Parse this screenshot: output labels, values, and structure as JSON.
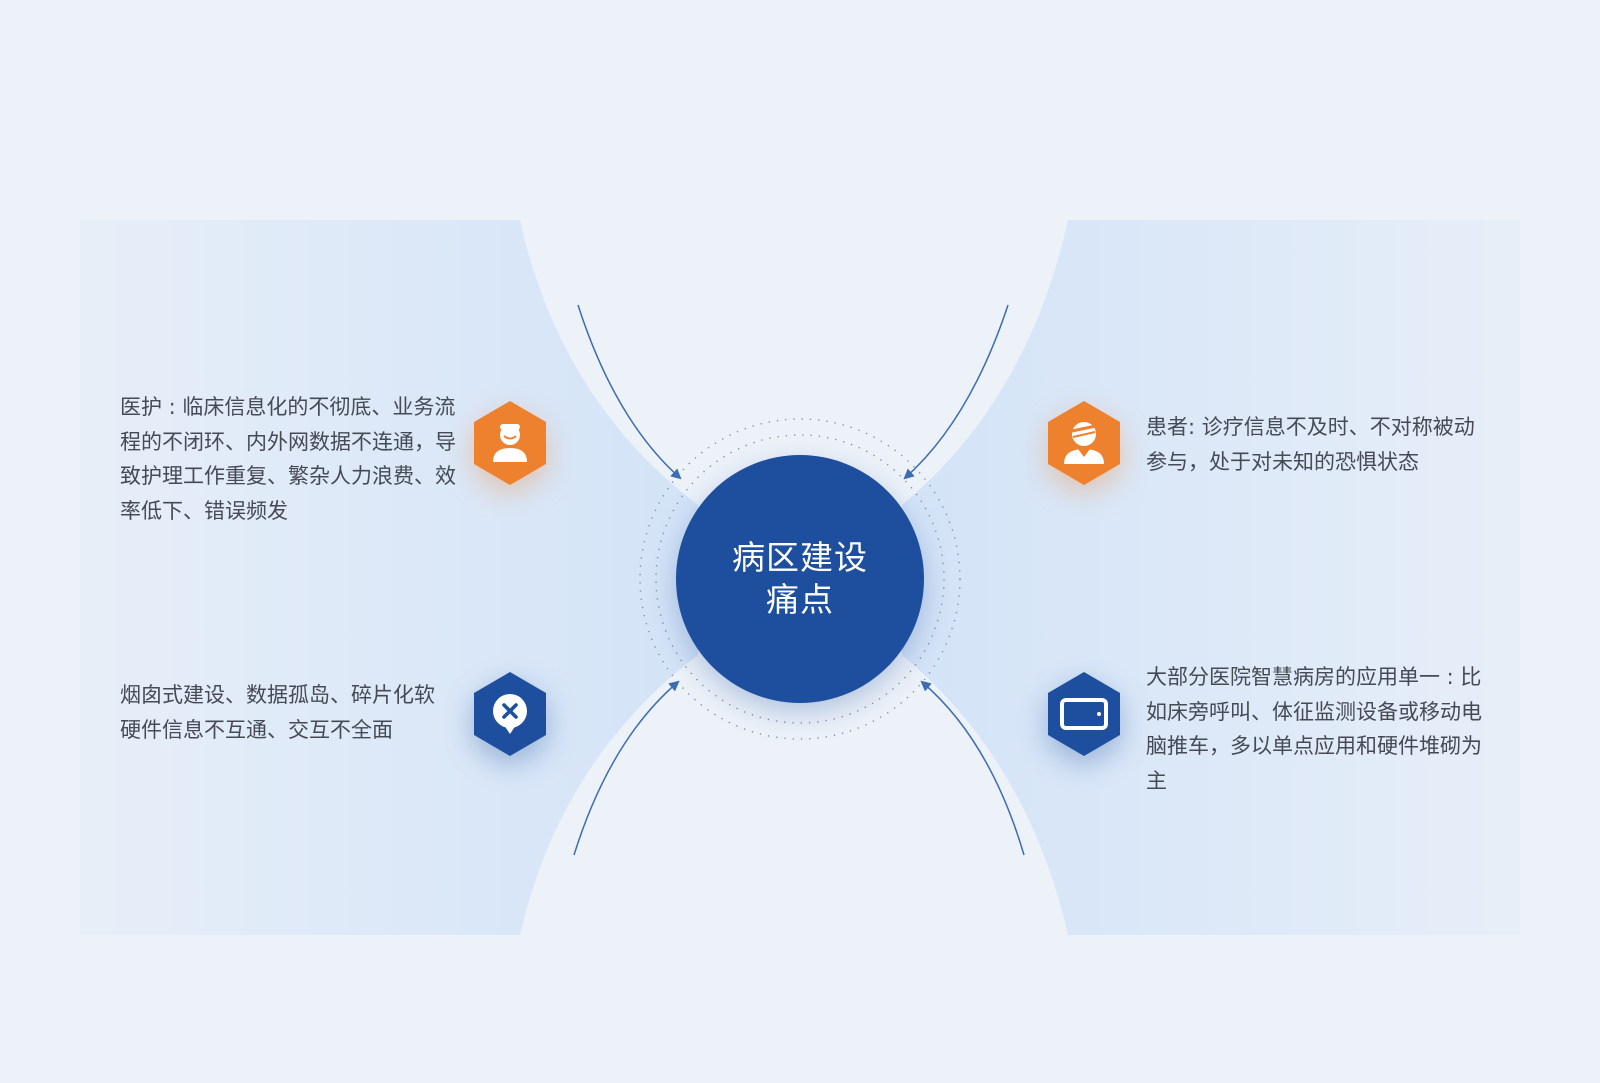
{
  "center": {
    "line1": "病区建设",
    "line2": "痛点"
  },
  "colors": {
    "background": "#edf2f9",
    "panel": "#d3e3f7",
    "center_circle": "#1e4f9f",
    "accent_orange": "#ee812e",
    "accent_blue": "#1e4f9f",
    "text": "#454a55"
  },
  "pain_points": [
    {
      "text": "医护 : 临床信息化的不彻底、业务流程的不闭环、内外网数据不连通，导致护理工作重复、繁杂人力浪费、效率低下、错误频发",
      "icon": "nurse-icon",
      "icon_color": "orange"
    },
    {
      "text": "烟囱式建设、数据孤岛、碎片化软硬件信息不互通、交互不全面",
      "icon": "close-bubble-icon",
      "icon_color": "blue"
    },
    {
      "text": "患者: 诊疗信息不及时、不对称被动参与，处于对未知的恐惧状态",
      "icon": "patient-icon",
      "icon_color": "orange"
    },
    {
      "text": "大部分医院智慧病房的应用单一 : 比如床旁呼叫、体征监测设备或移动电脑推车，多以单点应用和硬件堆砌为主",
      "icon": "tablet-icon",
      "icon_color": "blue"
    }
  ]
}
